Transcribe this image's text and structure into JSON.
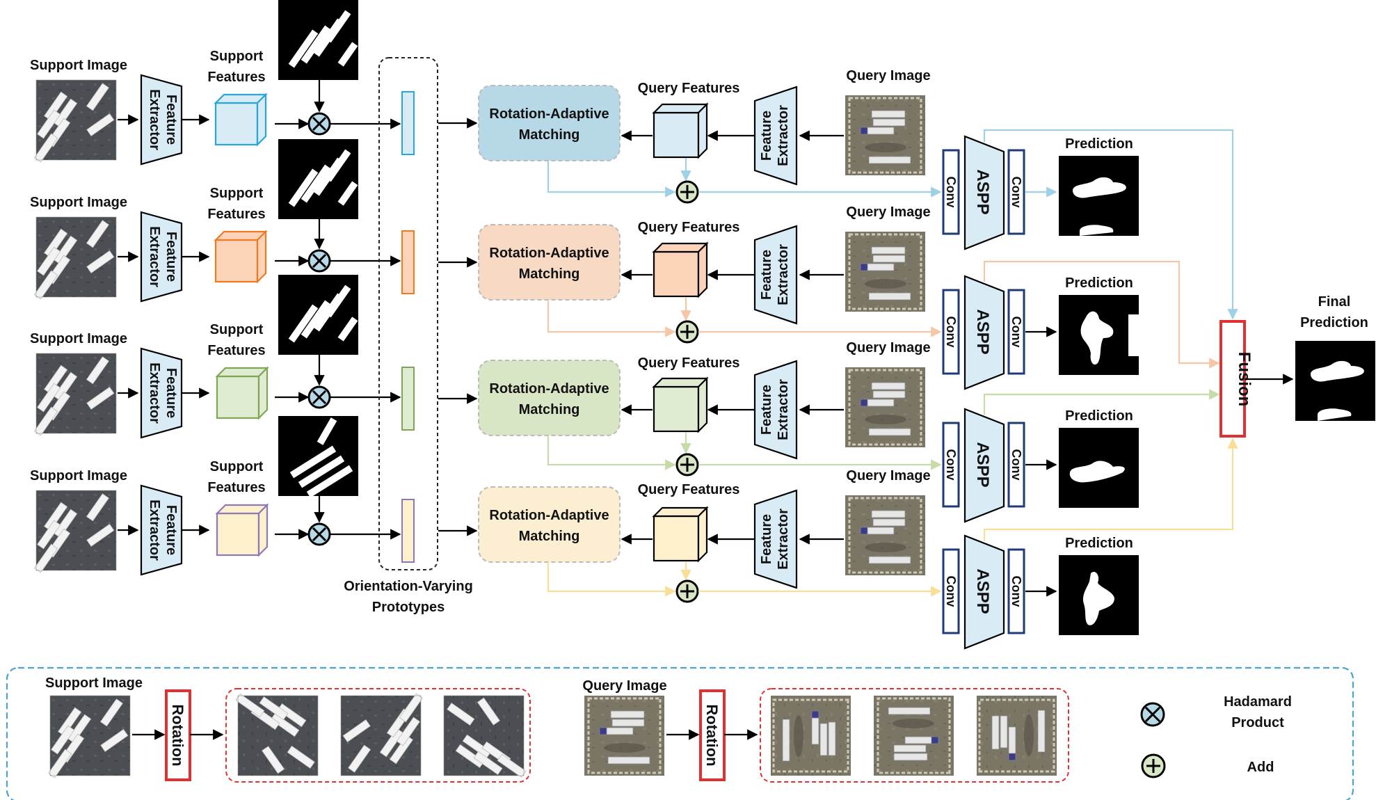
{
  "labels": {
    "support_image": "Support Image",
    "support_features_l1": "Support",
    "support_features_l2": "Features",
    "feature_extractor_l1": "Feature",
    "feature_extractor_l2": "Extractor",
    "query_features": "Query Features",
    "query_image": "Query Image",
    "ram_l1": "Rotation-Adaptive",
    "ram_l2": "Matching",
    "conv": "Conv",
    "aspp": "ASPP",
    "prediction": "Prediction",
    "final_l1": "Final",
    "final_l2": "Prediction",
    "fusion": "Fusion",
    "ovp_l1": "Orientation-Varying",
    "ovp_l2": "Prototypes",
    "rotation": "Rotation",
    "hadamard_l1": "Hadamard",
    "hadamard_l2": "Product",
    "add": "Add"
  },
  "colors": {
    "branches": [
      {
        "fill": "#d9ecf6",
        "stroke": "#22a7e0",
        "ram": "#b7d8e6",
        "line": "#9fd0e6"
      },
      {
        "fill": "#fbd3b8",
        "stroke": "#ee7b22",
        "ram": "#f8d9c3",
        "line": "#f6c7a6"
      },
      {
        "fill": "#e0ecd2",
        "stroke": "#7ea655",
        "ram": "#d9e6c6",
        "line": "#c5dca8"
      },
      {
        "fill": "#fdf0cc",
        "stroke": "#8f78b8",
        "ram": "#fbeed1",
        "line": "#f8df95"
      }
    ],
    "module_fill": "#d9ecf6",
    "conv_stroke": "#1f3a78",
    "fusion_stroke": "#e03030",
    "legend_border": "#4aa3c8",
    "legend_inner_border": "#e03030"
  }
}
